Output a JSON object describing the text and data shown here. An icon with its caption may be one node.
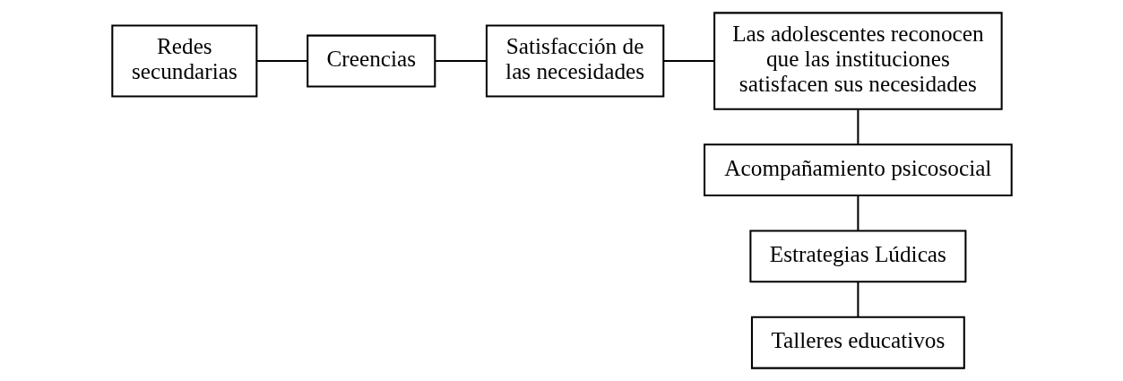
{
  "diagram": {
    "nodes": [
      {
        "text": [
          "Redes secundarias"
        ]
      },
      {
        "text": [
          "Creencias"
        ]
      },
      {
        "text": [
          "Satisfacción de las necesidades"
        ]
      },
      {
        "text": [
          "Las adolescentes reconocen que las instituciones satisfacen sus necesidades"
        ]
      },
      {
        "text": [
          "Acompañamiento psicosocial"
        ]
      },
      {
        "text": [
          "Estrategias Lúdicas"
        ]
      },
      {
        "text": [
          "Talleres educativos"
        ]
      }
    ],
    "edges": [
      {
        "from": 0,
        "to": 1,
        "arrow": "none"
      },
      {
        "from": 1,
        "to": 2,
        "arrow": "none"
      },
      {
        "from": 2,
        "to": 3,
        "arrow": "none"
      },
      {
        "from": 3,
        "to": 4,
        "arrow": "none"
      },
      {
        "from": 4,
        "to": 5,
        "arrow": "none"
      },
      {
        "from": 5,
        "to": 6,
        "arrow": "none"
      }
    ]
  }
}
